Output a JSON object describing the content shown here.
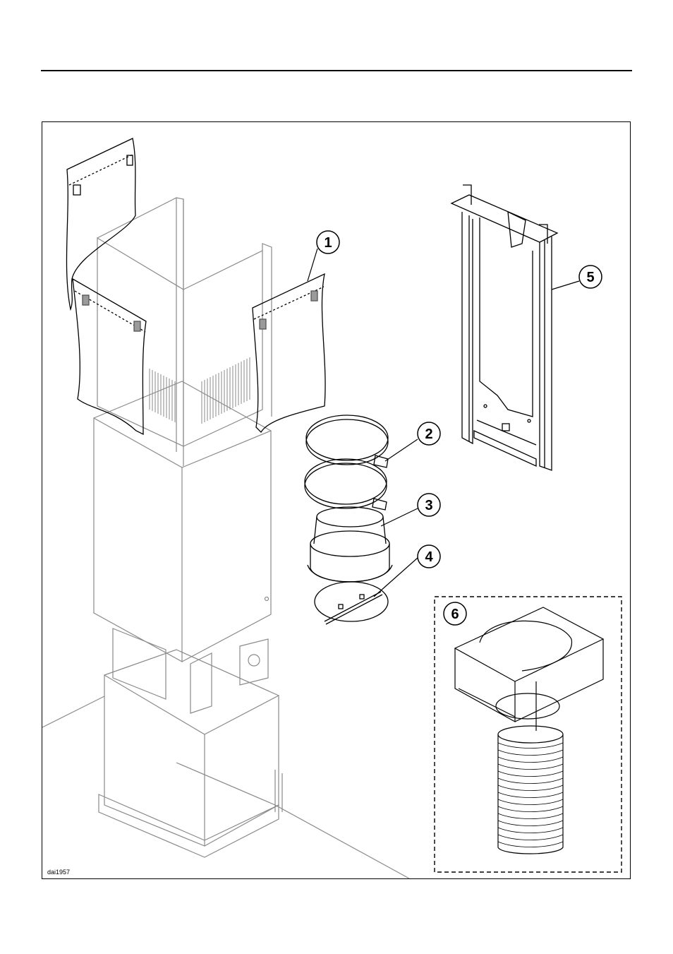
{
  "figure": {
    "drawing_code": "dai1957",
    "callouts": [
      {
        "id": "1",
        "label": "1"
      },
      {
        "id": "2",
        "label": "2"
      },
      {
        "id": "3",
        "label": "3"
      },
      {
        "id": "4",
        "label": "4"
      },
      {
        "id": "5",
        "label": "5"
      },
      {
        "id": "6",
        "label": "6"
      }
    ]
  },
  "colors": {
    "line": "#000000",
    "light_line": "#8a8a8a",
    "paper": "#ffffff"
  }
}
